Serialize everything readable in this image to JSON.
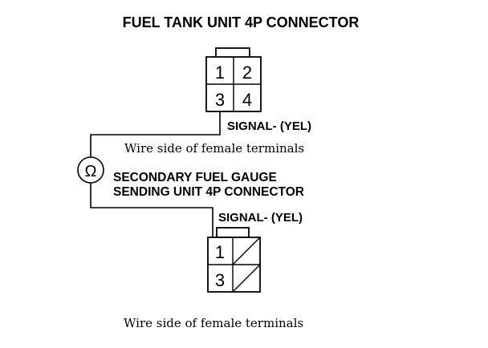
{
  "title": "FUEL TANK UNIT 4P CONNECTOR",
  "top_connector": {
    "pins": [
      "1",
      "2",
      "3",
      "4"
    ],
    "signal_label": "SIGNAL- (YEL)",
    "note": "Wire side of female terminals"
  },
  "meter": {
    "symbol": "Ω"
  },
  "bottom_connector": {
    "name_line1": "SECONDARY FUEL GAUGE",
    "name_line2": "SENDING UNIT 4P CONNECTOR",
    "signal_label": "SIGNAL- (YEL)",
    "pins": [
      "1",
      "3"
    ],
    "note": "Wire side of female terminals"
  }
}
